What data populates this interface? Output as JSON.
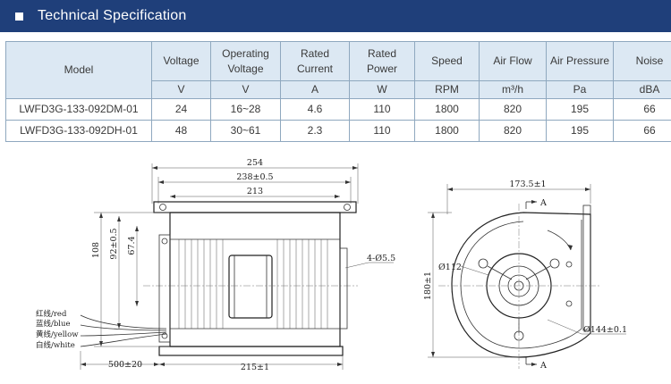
{
  "header": {
    "title": "Technical Specification"
  },
  "table": {
    "columns": [
      {
        "label": "Model",
        "unit": ""
      },
      {
        "label": "Voltage",
        "unit": "V"
      },
      {
        "label": "Operating Voltage",
        "unit": "V"
      },
      {
        "label": "Rated Current",
        "unit": "A"
      },
      {
        "label": "Rated Power",
        "unit": "W"
      },
      {
        "label": "Speed",
        "unit": "RPM"
      },
      {
        "label": "Air Flow",
        "unit": "m³/h"
      },
      {
        "label": "Air Pressure",
        "unit": "Pa"
      },
      {
        "label": "Noise",
        "unit": "dBA"
      }
    ],
    "rows": [
      [
        "LWFD3G-133-092DM-01",
        "24",
        "16~28",
        "4.6",
        "110",
        "1800",
        "820",
        "195",
        "66"
      ],
      [
        "LWFD3G-133-092DH-01",
        "48",
        "30~61",
        "2.3",
        "110",
        "1800",
        "820",
        "195",
        "66"
      ]
    ]
  },
  "drawing": {
    "side_view": {
      "dims": {
        "overall": "254",
        "flange": "238±0.5",
        "body": "213",
        "base": "215±1",
        "cable": "500±20",
        "height": "108",
        "mount": "92±0.5",
        "inner": "67.4",
        "holes": "4-Ø5.5"
      },
      "wires": [
        "红线/red",
        "蓝线/blue",
        "黄线/yellow",
        "白线/white"
      ]
    },
    "front_view": {
      "dims": {
        "width": "173.5±1",
        "height": "180±1",
        "hub": "Ø112",
        "outlet": "Ø144±0.1"
      },
      "section_mark": "A"
    }
  }
}
